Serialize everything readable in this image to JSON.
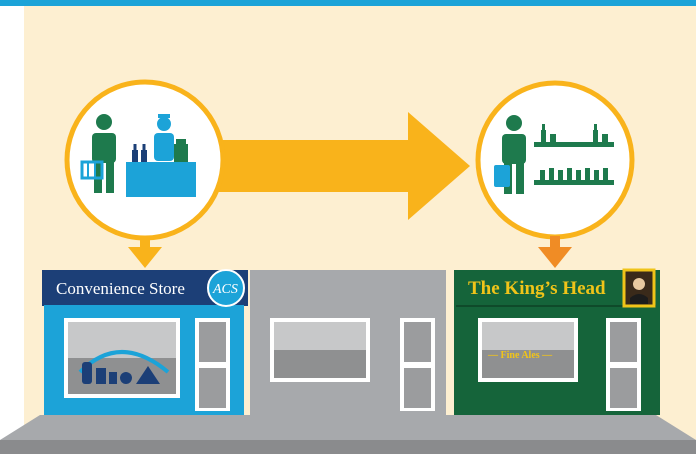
{
  "stores": {
    "convenience": {
      "sign": "Convenience Store",
      "logo": "ACS",
      "color": "#1ca3d8",
      "sign_color": "#1c3f77"
    },
    "empty": {
      "color": "#a7a9ac"
    },
    "pub": {
      "sign": "The King’s Head",
      "window_text": "— Fine Ales —",
      "color": "#15643a",
      "sign_text_color": "#f0c419"
    }
  },
  "colors": {
    "arrow_main": "#f9b31b",
    "arrow_small_left": "#f9b31b",
    "arrow_small_right": "#f08c25",
    "circle_border": "#f9b31b",
    "person": "#1e7a4d",
    "pavement": "#8a8b8d",
    "background": "#fdefd1",
    "accent": "#1ca3d8"
  },
  "icons": [
    "customer-icon",
    "shopkeeper-icon",
    "basket-icon",
    "bottles-icon",
    "shelves-icon",
    "shopping-bag-icon",
    "king-portrait-icon"
  ]
}
